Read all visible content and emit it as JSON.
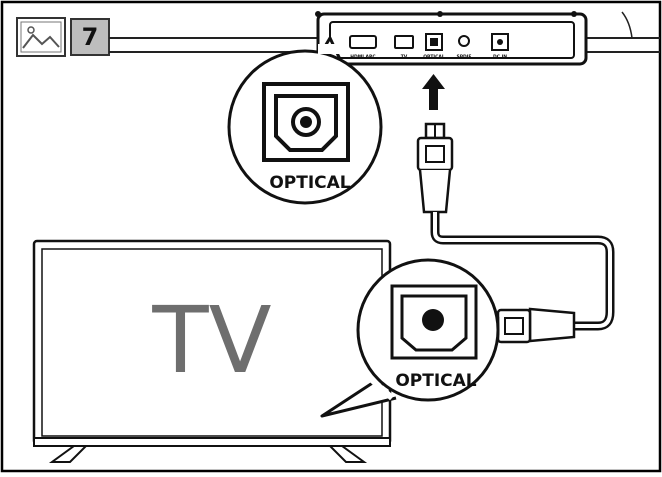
{
  "step": {
    "number": "7",
    "icon": "image-icon"
  },
  "soundbar": {
    "port_labels": [
      "HDMI ARC",
      "TV",
      "OPTICAL",
      "SPDIF",
      "DC IN"
    ]
  },
  "callouts": {
    "soundbar_port_label": "OPTICAL",
    "tv_port_label": "OPTICAL"
  },
  "tv": {
    "label": "TV"
  },
  "colors": {
    "frame": "#000000",
    "line": "#1a1a1a",
    "tv_text": "#6e6e6e",
    "background": "#ffffff"
  }
}
